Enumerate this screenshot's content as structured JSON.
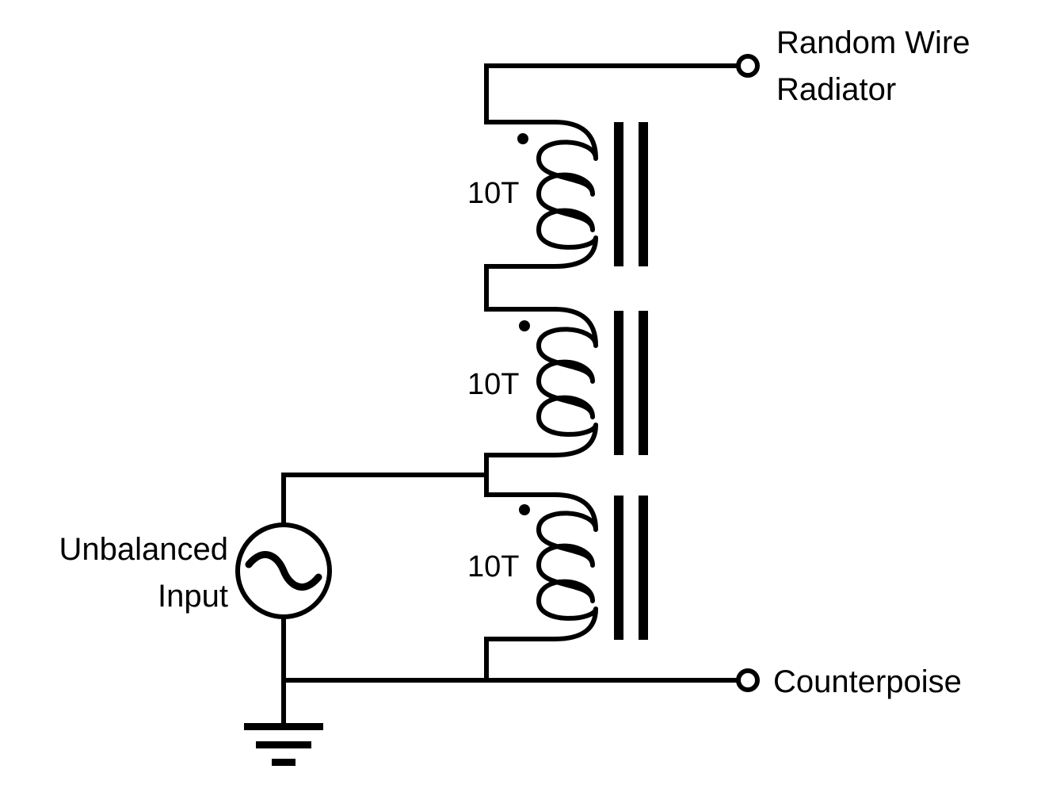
{
  "labels": {
    "radiator_line1": "Random Wire",
    "radiator_line2": "Radiator",
    "counterpoise": "Counterpoise",
    "input_line1": "Unbalanced",
    "input_line2": "Input"
  },
  "windings": [
    {
      "turns_label": "10T"
    },
    {
      "turns_label": "10T"
    },
    {
      "turns_label": "10T"
    }
  ]
}
